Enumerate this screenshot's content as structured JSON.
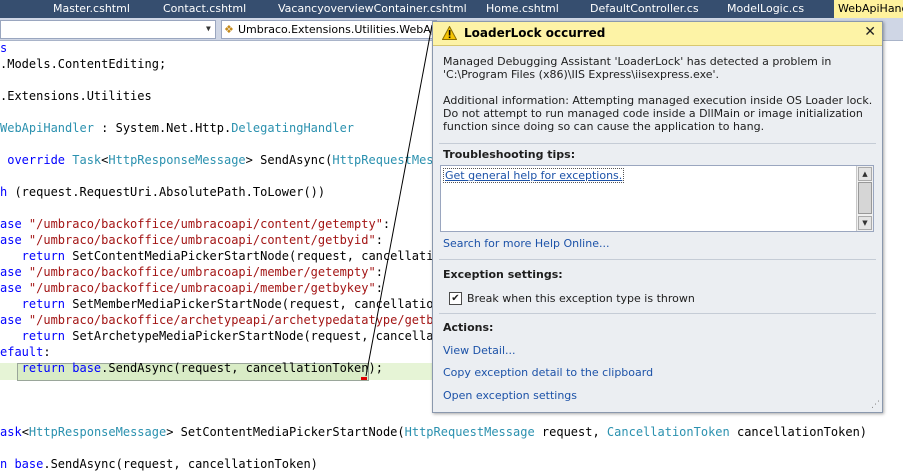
{
  "tabs": [
    {
      "label": "Master.cshtml",
      "active": false
    },
    {
      "label": "Contact.cshtml",
      "active": false
    },
    {
      "label": "VacancyoverviewContainer.cshtml",
      "active": false
    },
    {
      "label": "Home.cshtml",
      "active": false
    },
    {
      "label": "DefaultController.cs",
      "active": false
    },
    {
      "label": "ModelLogic.cs",
      "active": false
    },
    {
      "label": "WebApiHandl",
      "active": true
    }
  ],
  "navbar": {
    "member_dropdown": "Umbraco.Extensions.Utilities.WebApiHar"
  },
  "code_lines": [
    [
      {
        "t": "s",
        "c": "kw"
      }
    ],
    [
      {
        "t": ".Models.ContentEditing;",
        "c": ""
      }
    ],
    [
      {
        "t": "",
        "c": ""
      }
    ],
    [
      {
        "t": ".Extensions.Utilities",
        "c": ""
      }
    ],
    [
      {
        "t": "",
        "c": ""
      }
    ],
    [
      {
        "t": "WebApiHandler",
        "c": "ty"
      },
      {
        "t": " : System.Net.Http.",
        "c": ""
      },
      {
        "t": "DelegatingHandler",
        "c": "ty"
      }
    ],
    [
      {
        "t": "",
        "c": ""
      }
    ],
    [
      {
        "t": " override ",
        "c": "kw"
      },
      {
        "t": "Task",
        "c": "ty"
      },
      {
        "t": "<",
        "c": ""
      },
      {
        "t": "HttpResponseMessage",
        "c": "ty"
      },
      {
        "t": "> SendAsync(",
        "c": ""
      },
      {
        "t": "HttpRequestMessa",
        "c": "ty"
      }
    ],
    [
      {
        "t": "",
        "c": ""
      }
    ],
    [
      {
        "t": "h",
        "c": "kw"
      },
      {
        "t": " (request.RequestUri.AbsolutePath.ToLower())",
        "c": ""
      }
    ],
    [
      {
        "t": "",
        "c": ""
      }
    ],
    [
      {
        "t": "ase ",
        "c": "kw"
      },
      {
        "t": "\"/umbraco/backoffice/umbracoapi/content/getempty\"",
        "c": "st"
      },
      {
        "t": ":",
        "c": ""
      }
    ],
    [
      {
        "t": "ase ",
        "c": "kw"
      },
      {
        "t": "\"/umbraco/backoffice/umbracoapi/content/getbyid\"",
        "c": "st"
      },
      {
        "t": ":",
        "c": ""
      }
    ],
    [
      {
        "t": "   return ",
        "c": "kw"
      },
      {
        "t": "SetContentMediaPickerStartNode(request, cancellation",
        "c": ""
      }
    ],
    [
      {
        "t": "ase ",
        "c": "kw"
      },
      {
        "t": "\"/umbraco/backoffice/umbracoapi/member/getempty\"",
        "c": "st"
      },
      {
        "t": ":",
        "c": ""
      }
    ],
    [
      {
        "t": "ase ",
        "c": "kw"
      },
      {
        "t": "\"/umbraco/backoffice/umbracoapi/member/getbykey\"",
        "c": "st"
      },
      {
        "t": ":",
        "c": ""
      }
    ],
    [
      {
        "t": "   return ",
        "c": "kw"
      },
      {
        "t": "SetMemberMediaPickerStartNode(request, cancellationTo",
        "c": ""
      }
    ],
    [
      {
        "t": "ase ",
        "c": "kw"
      },
      {
        "t": "\"/umbraco/backoffice/archetypeapi/archetypedatatype/getbyg",
        "c": "st"
      }
    ],
    [
      {
        "t": "   return ",
        "c": "kw"
      },
      {
        "t": "SetArchetypeMediaPickerStartNode(request, cancellati",
        "c": ""
      }
    ],
    [
      {
        "t": "efault",
        "c": "kw"
      },
      {
        "t": ":",
        "c": ""
      }
    ],
    [
      {
        "t": "   return ",
        "c": "kw"
      },
      {
        "t": "base",
        "c": "kw"
      },
      {
        "t": ".SendAsync(request, cancellationToken);",
        "c": ""
      }
    ],
    [
      {
        "t": "",
        "c": ""
      }
    ],
    [
      {
        "t": "",
        "c": ""
      }
    ],
    [
      {
        "t": "",
        "c": ""
      }
    ],
    [
      {
        "t": "ask",
        "c": "kw"
      },
      {
        "t": "<",
        "c": ""
      },
      {
        "t": "HttpResponseMessage",
        "c": "ty"
      },
      {
        "t": "> SetContentMediaPickerStartNode(",
        "c": ""
      },
      {
        "t": "HttpRequestMessage",
        "c": "ty"
      },
      {
        "t": " request, ",
        "c": ""
      },
      {
        "t": "CancellationToken",
        "c": "ty"
      },
      {
        "t": " cancellationToken)",
        "c": ""
      }
    ],
    [
      {
        "t": "",
        "c": ""
      }
    ],
    [
      {
        "t": "n ",
        "c": "kw"
      },
      {
        "t": "base",
        "c": "kw"
      },
      {
        "t": ".SendAsync(request, cancellationToken)",
        "c": ""
      }
    ]
  ],
  "popup": {
    "title": "LoaderLock occurred",
    "message": "Managed Debugging Assistant 'LoaderLock' has detected a problem in 'C:\\Program Files (x86)\\IIS Express\\iisexpress.exe'.",
    "additional": "Additional information: Attempting managed execution inside OS Loader lock. Do not attempt to run managed code inside a DllMain or image initialization function since doing so can cause the application to hang.",
    "tips_heading": "Troubleshooting tips:",
    "tip_link": "Get general help for exceptions.",
    "search_link": "Search for more Help Online...",
    "exception_heading": "Exception settings:",
    "break_label": "Break when this exception type is thrown",
    "break_checked": true,
    "actions_heading": "Actions:",
    "actions": [
      "View Detail...",
      "Copy exception detail to the clipboard",
      "Open exception settings"
    ]
  }
}
